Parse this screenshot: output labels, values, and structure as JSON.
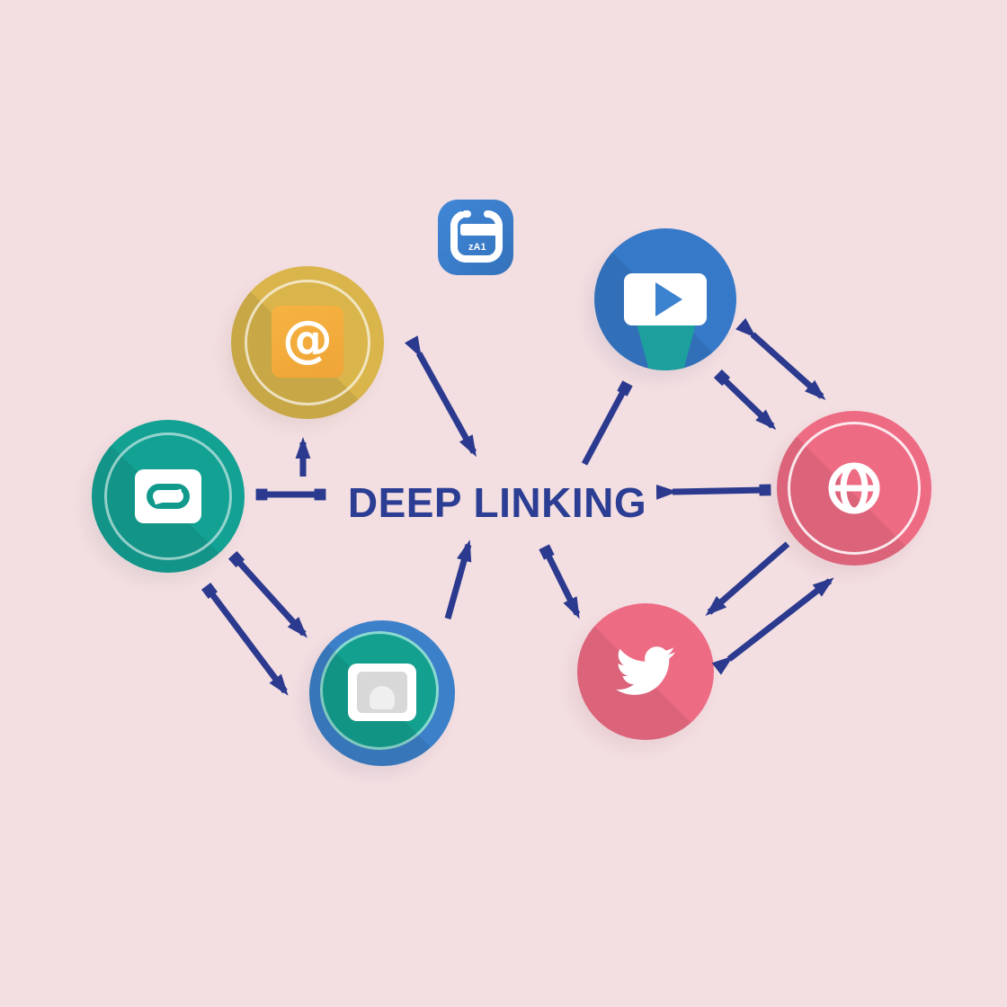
{
  "title": "DEEP LINKING",
  "background_color": "#f3dee1",
  "accent_navy": "#2b3a8f",
  "title_color": "#2b3e94",
  "nodes": {
    "reader_app": {
      "label": "zA1",
      "shape": "rounded-square",
      "color": "#3a7cc9",
      "icon": "scanner-frame-icon"
    },
    "mail_app": {
      "shape": "circle",
      "color": "#d9b54c",
      "inner_square_color": "#f2a93c",
      "icon": "at-swirl-icon",
      "glyph": "@"
    },
    "chat_app": {
      "shape": "circle",
      "color": "#13a193",
      "icon": "pill-card-icon"
    },
    "video_app": {
      "shape": "circle",
      "color": "#3579c8",
      "icon": "play-button-icon"
    },
    "web_globe": {
      "shape": "circle",
      "color": "#ee6b84",
      "icon": "globe-icon"
    },
    "photo_app": {
      "shape": "circle",
      "outer_color": "#3b80c9",
      "inner_color": "#14a08f",
      "icon": "photo-card-icon"
    },
    "twitter": {
      "shape": "circle",
      "color": "#ee6b84",
      "icon": "twitter-bird-icon"
    }
  },
  "edges": [
    {
      "id": "center-to-mail",
      "from": "center",
      "to": "mail_app",
      "ends": "arrow-up"
    },
    {
      "id": "chat-center-link",
      "from": "chat_app",
      "to": "center",
      "ends": "square-both"
    },
    {
      "id": "reader-center-double",
      "from": "reader_app",
      "to": "center",
      "ends": "arrow-both"
    },
    {
      "id": "center-video-link",
      "from": "center",
      "to": "video_app",
      "ends": "square-end"
    },
    {
      "id": "video-globe-double",
      "from": "video_app",
      "to": "web_globe",
      "ends": "arrow-both"
    },
    {
      "id": "video-globe-link",
      "from": "video_app",
      "to": "web_globe",
      "ends": "square-to-arrow"
    },
    {
      "id": "globe-center-link",
      "from": "web_globe",
      "to": "center",
      "ends": "arrow-to-square"
    },
    {
      "id": "twitter-center-arrow",
      "from": "twitter",
      "to": "center",
      "ends": "arrow-up"
    },
    {
      "id": "center-twitter-arrow",
      "from": "center",
      "to": "twitter",
      "ends": "square-to-arrow"
    },
    {
      "id": "chat-photo-link-1",
      "from": "chat_app",
      "to": "photo_app",
      "ends": "square-to-arrow"
    },
    {
      "id": "chat-photo-link-2",
      "from": "chat_app",
      "to": "photo_app",
      "ends": "square-to-arrow"
    },
    {
      "id": "globe-twitter-arrow",
      "from": "web_globe",
      "to": "twitter",
      "ends": "arrow-end"
    },
    {
      "id": "twitter-globe-double",
      "from": "twitter",
      "to": "web_globe",
      "ends": "arrow-both"
    }
  ]
}
